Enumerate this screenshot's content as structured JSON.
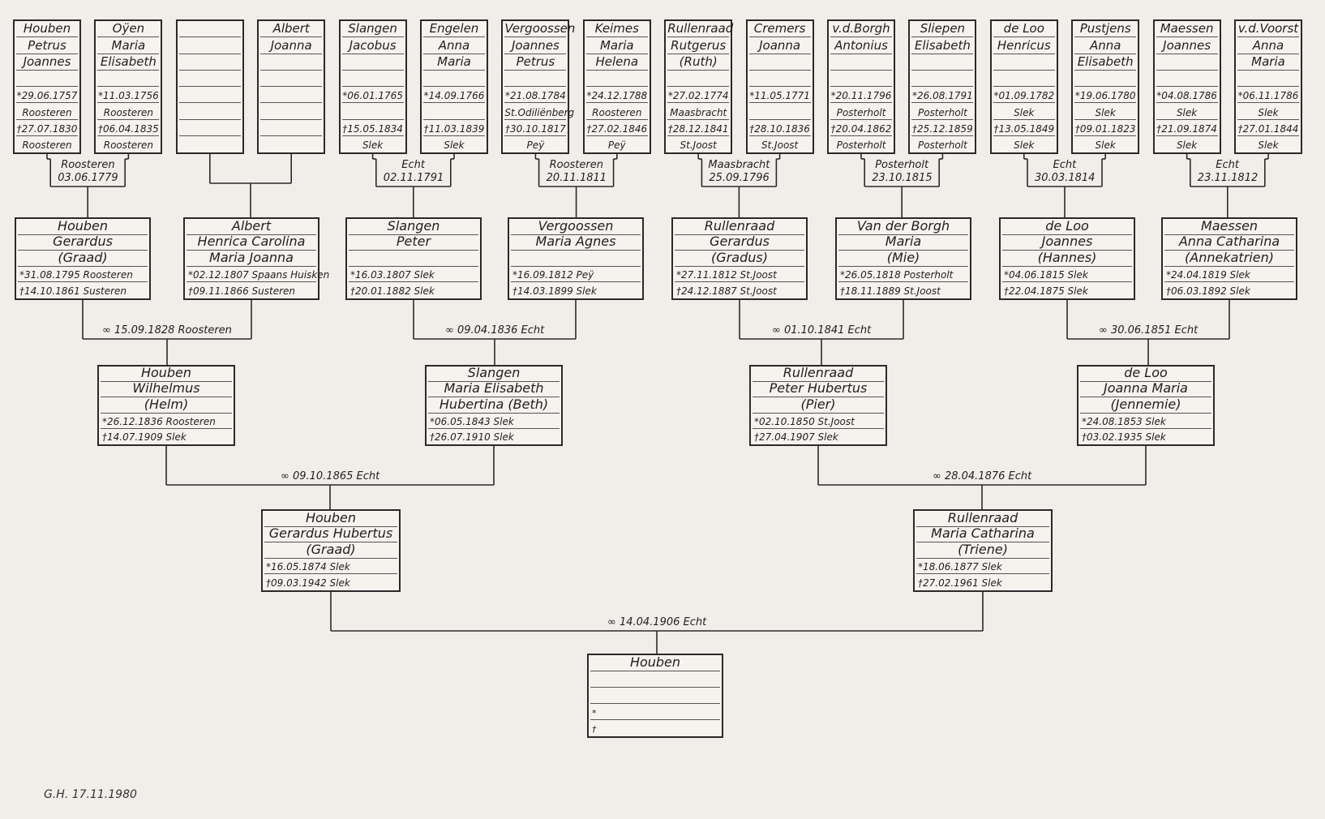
{
  "signature": "G.H. 17.11.1980",
  "gen4": [
    {
      "lines": [
        "Houben",
        "Petrus",
        "Joannes",
        "",
        "*29.06.1757",
        "Roosteren",
        "†27.07.1830",
        "Roosteren"
      ]
    },
    {
      "lines": [
        "Oÿen",
        "Maria",
        "Elisabeth",
        "",
        "*11.03.1756",
        "Roosteren",
        "†06.04.1835",
        "Roosteren"
      ]
    },
    {
      "lines": [
        "",
        "",
        "",
        "",
        "",
        "",
        "",
        ""
      ]
    },
    {
      "lines": [
        "Albert",
        "Joanna",
        "",
        "",
        "",
        "",
        "",
        ""
      ]
    },
    {
      "lines": [
        "Slangen",
        "Jacobus",
        "",
        "",
        "*06.01.1765",
        "",
        "†15.05.1834",
        "Slek"
      ]
    },
    {
      "lines": [
        "Engelen",
        "Anna",
        "Maria",
        "",
        "*14.09.1766",
        "",
        "†11.03.1839",
        "Slek"
      ]
    },
    {
      "lines": [
        "Vergoossen",
        "Joannes",
        "Petrus",
        "",
        "*21.08.1784",
        "St.Odiliënberg",
        "†30.10.1817",
        "Peÿ"
      ]
    },
    {
      "lines": [
        "Keimes",
        "Maria",
        "Helena",
        "",
        "*24.12.1788",
        "Roosteren",
        "†27.02.1846",
        "Peÿ"
      ]
    },
    {
      "lines": [
        "Rullenraad",
        "Rutgerus",
        "(Ruth)",
        "",
        "*27.02.1774",
        "Maasbracht",
        "†28.12.1841",
        "St.Joost"
      ]
    },
    {
      "lines": [
        "Cremers",
        "Joanna",
        "",
        "",
        "*11.05.1771",
        "",
        "†28.10.1836",
        "St.Joost"
      ]
    },
    {
      "lines": [
        "v.d.Borgh",
        "Antonius",
        "",
        "",
        "*20.11.1796",
        "Posterholt",
        "†20.04.1862",
        "Posterholt"
      ]
    },
    {
      "lines": [
        "Sliepen",
        "Elisabeth",
        "",
        "",
        "*26.08.1791",
        "Posterholt",
        "†25.12.1859",
        "Posterholt"
      ]
    },
    {
      "lines": [
        "de Loo",
        "Henricus",
        "",
        "",
        "*01.09.1782",
        "Slek",
        "†13.05.1849",
        "Slek"
      ]
    },
    {
      "lines": [
        "Pustjens",
        "Anna",
        "Elisabeth",
        "",
        "*19.06.1780",
        "Slek",
        "†09.01.1823",
        "Slek"
      ]
    },
    {
      "lines": [
        "Maessen",
        "Joannes",
        "",
        "",
        "*04.08.1786",
        "Slek",
        "†21.09.1874",
        "Slek"
      ]
    },
    {
      "lines": [
        "v.d.Voorst",
        "Anna",
        "Maria",
        "",
        "*06.11.1786",
        "Slek",
        "†27.01.1844",
        "Slek"
      ]
    }
  ],
  "gen4_marriages": [
    {
      "place": "Roosteren",
      "date": "03.06.1779"
    },
    {
      "place": "",
      "date": ""
    },
    {
      "place": "Echt",
      "date": "02.11.1791"
    },
    {
      "place": "Roosteren",
      "date": "20.11.1811"
    },
    {
      "place": "Maasbracht",
      "date": "25.09.1796"
    },
    {
      "place": "Posterholt",
      "date": "23.10.1815"
    },
    {
      "place": "Echt",
      "date": "30.03.1814"
    },
    {
      "place": "Echt",
      "date": "23.11.1812"
    }
  ],
  "gen3": [
    {
      "lines": [
        "Houben",
        "Gerardus",
        "(Graad)",
        "*31.08.1795 Roosteren",
        "†14.10.1861 Susteren"
      ]
    },
    {
      "lines": [
        "Albert",
        "Henrica Carolina",
        "Maria Joanna",
        "*02.12.1807 Spaans Huisken",
        "†09.11.1866 Susteren"
      ]
    },
    {
      "lines": [
        "Slangen",
        "Peter",
        "",
        "*16.03.1807 Slek",
        "†20.01.1882 Slek"
      ]
    },
    {
      "lines": [
        "Vergoossen",
        "Maria Agnes",
        "",
        "*16.09.1812 Peÿ",
        "†14.03.1899 Slek"
      ]
    },
    {
      "lines": [
        "Rullenraad",
        "Gerardus",
        "(Gradus)",
        "*27.11.1812 St.Joost",
        "†24.12.1887 St.Joost"
      ]
    },
    {
      "lines": [
        "Van der Borgh",
        "Maria",
        "(Mie)",
        "*26.05.1818 Posterholt",
        "†18.11.1889 St.Joost"
      ]
    },
    {
      "lines": [
        "de Loo",
        "Joannes",
        "(Hannes)",
        "*04.06.1815 Slek",
        "†22.04.1875 Slek"
      ]
    },
    {
      "lines": [
        "Maessen",
        "Anna Catharina",
        "(Annekatrien)",
        "*24.04.1819 Slek",
        "†06.03.1892 Slek"
      ]
    }
  ],
  "gen3_marriages": [
    {
      "label": "∞ 15.09.1828 Roosteren"
    },
    {
      "label": "∞ 09.04.1836 Echt"
    },
    {
      "label": "∞ 01.10.1841 Echt"
    },
    {
      "label": "∞ 30.06.1851 Echt"
    }
  ],
  "gen2": [
    {
      "lines": [
        "Houben",
        "Wilhelmus",
        "(Helm)",
        "*26.12.1836 Roosteren",
        "†14.07.1909 Slek"
      ]
    },
    {
      "lines": [
        "Slangen",
        "Maria Elisabeth",
        "Hubertina (Beth)",
        "*06.05.1843 Slek",
        "†26.07.1910 Slek"
      ]
    },
    {
      "lines": [
        "Rullenraad",
        "Peter Hubertus",
        "(Pier)",
        "*02.10.1850 St.Joost",
        "†27.04.1907 Slek"
      ]
    },
    {
      "lines": [
        "de Loo",
        "Joanna Maria",
        "(Jennemie)",
        "*24.08.1853 Slek",
        "†03.02.1935 Slek"
      ]
    }
  ],
  "gen2_marriages": [
    {
      "label": "∞ 09.10.1865 Echt"
    },
    {
      "label": "∞ 28.04.1876 Echt"
    }
  ],
  "gen1": [
    {
      "lines": [
        "Houben",
        "Gerardus Hubertus",
        "(Graad)",
        "*16.05.1874 Slek",
        "†09.03.1942 Slek"
      ]
    },
    {
      "lines": [
        "Rullenraad",
        "Maria Catharina",
        "(Triene)",
        "*18.06.1877 Slek",
        "†27.02.1961 Slek"
      ]
    }
  ],
  "gen1_marriage": {
    "label": "∞ 14.04.1906 Echt"
  },
  "root": {
    "lines": [
      "Houben",
      "",
      "",
      "*",
      "†"
    ]
  }
}
